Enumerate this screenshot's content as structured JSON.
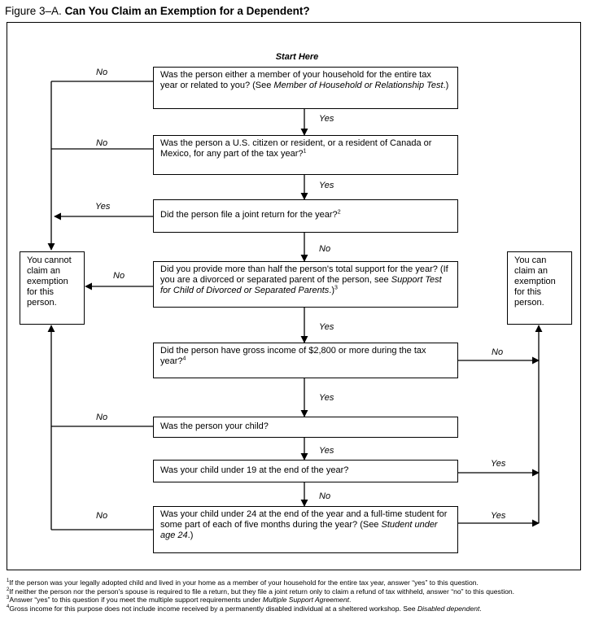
{
  "figure": {
    "label": "Figure 3–A.",
    "title": "Can You Claim an Exemption for a Dependent?"
  },
  "start_label": "Start Here",
  "questions": [
    {
      "parts": [
        {
          "t": "Was the person either a member of your household for the entire tax year or related to you? (See "
        },
        {
          "t": "Member of Household or Relationship Test",
          "i": true
        },
        {
          "t": ".)"
        }
      ]
    },
    {
      "parts": [
        {
          "t": "Was the person a U.S. citizen or resident, or a resident of Canada or Mexico, for any part of the tax year?"
        },
        {
          "t": "1",
          "sup": true
        }
      ]
    },
    {
      "parts": [
        {
          "t": "Did the person file a joint return for the year?"
        },
        {
          "t": "2",
          "sup": true
        }
      ]
    },
    {
      "parts": [
        {
          "t": "Did you provide more than half the person's total support for the year? (If you are a divorced or separated parent of the person, see "
        },
        {
          "t": "Support Test for Child of Divorced or Separated Parents",
          "i": true
        },
        {
          "t": ".)"
        },
        {
          "t": "3",
          "sup": true
        }
      ]
    },
    {
      "parts": [
        {
          "t": "Did the person have gross income of $2,800 or more during the tax year?"
        },
        {
          "t": "4",
          "sup": true
        }
      ]
    },
    {
      "parts": [
        {
          "t": "Was the person your child?"
        }
      ]
    },
    {
      "parts": [
        {
          "t": "Was your child under 19 at the end of the year?"
        }
      ]
    },
    {
      "parts": [
        {
          "t": "Was your child under 24 at the end of the year and a full-time student for some part of each of five months during the year? (See "
        },
        {
          "t": "Student under age 24",
          "i": true
        },
        {
          "t": ".)"
        }
      ]
    }
  ],
  "outcomes": {
    "cannot": "You cannot claim an exemption for this person.",
    "can": "You can claim an exemption for this person."
  },
  "labels": {
    "q1_exit": "No",
    "q1_down": "Yes",
    "q2_exit": "No",
    "q2_down": "Yes",
    "q3_exit": "Yes",
    "q3_down": "No",
    "q4_exit": "No",
    "q4_down": "Yes",
    "q5_exit": "No",
    "q5_down": "Yes",
    "q6_exit": "No",
    "q6_down": "Yes",
    "q7_exit": "Yes",
    "q7_down": "No",
    "q8_left": "No",
    "q8_right": "Yes"
  },
  "footnotes": [
    {
      "n": "1",
      "parts": [
        {
          "t": "If the person was your legally adopted child and lived in your home as a member of your household for the entire tax year, answer “yes” to this question."
        }
      ]
    },
    {
      "n": "2",
      "parts": [
        {
          "t": "If neither the person nor the person's spouse is required to file a return, but they file a joint return only to claim a refund of tax withheld, answer “no” to this question."
        }
      ]
    },
    {
      "n": "3",
      "parts": [
        {
          "t": "Answer “yes” to this question if you meet the multiple support requirements under "
        },
        {
          "t": "Multiple Support Agreement",
          "i": true
        },
        {
          "t": "."
        }
      ]
    },
    {
      "n": "4",
      "parts": [
        {
          "t": "Gross income for this purpose does not include income received by a permanently disabled individual at a sheltered workshop. See "
        },
        {
          "t": "Disabled dependent",
          "i": true
        },
        {
          "t": "."
        }
      ]
    }
  ]
}
